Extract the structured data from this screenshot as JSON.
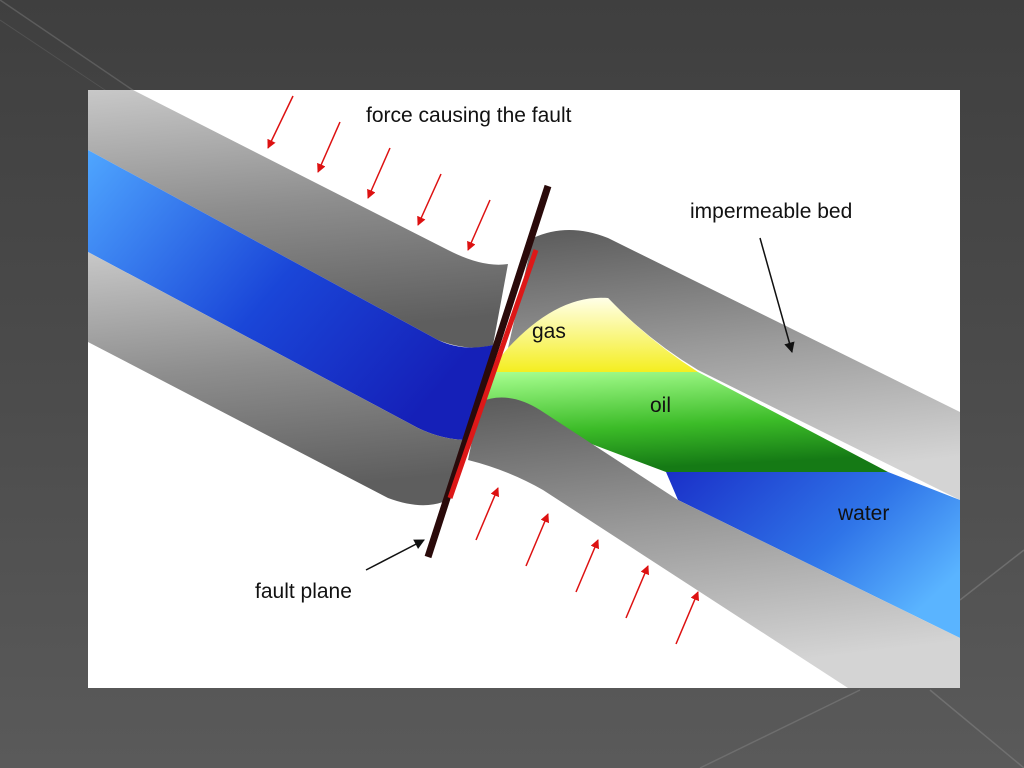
{
  "diagram": {
    "labels": {
      "force": "force causing the fault",
      "impermeable_bed": "impermeable bed",
      "gas": "gas",
      "oil": "oil",
      "water": "water",
      "fault_plane": "fault plane"
    },
    "colors": {
      "impermeable_bed": "#8a8a8a",
      "aquifer_left": "#1a2fd0",
      "aquifer_right": "#2f64e0",
      "gas": "#ffff66",
      "oil": "#55cc33",
      "water": "#3a7ee8",
      "fault_line": "#cc1111",
      "force_arrow": "#dd1111",
      "page_background": "#4a4a4a"
    }
  }
}
